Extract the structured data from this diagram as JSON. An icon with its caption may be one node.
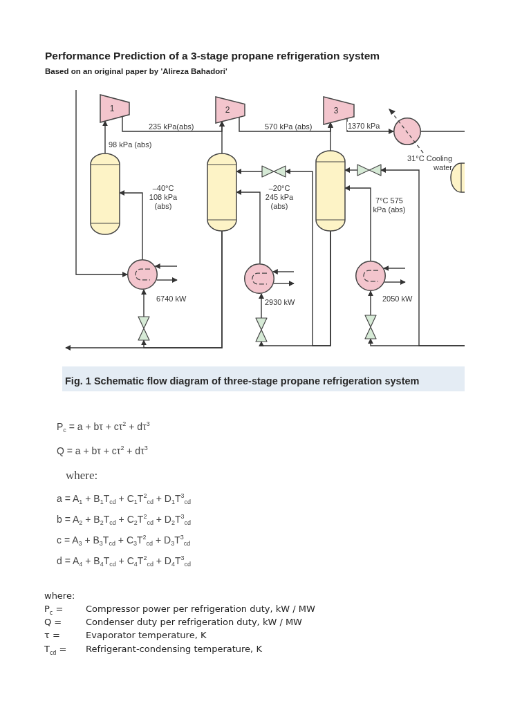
{
  "diagram": {
    "title": "Performance Prediction of a 3-stage propane refrigeration system",
    "caption": "Fig. 1 Schematic flow diagram of three-stage propane refrigeration system",
    "nodes": [
      {
        "text": [
          "1"
        ]
      },
      {
        "text": [
          "2"
        ]
      },
      {
        "text": [
          "3"
        ]
      },
      {
        "text": [],
        "shape": "cylinder"
      },
      {
        "text": [],
        "shape": "cylinder"
      },
      {
        "text": [],
        "shape": "cylinder"
      },
      {
        "text": [],
        "shape": "circle"
      },
      {
        "text": [],
        "shape": "cylinder"
      },
      {
        "text": [],
        "shape": "circle",
        "beside": [
          "6740 kW"
        ]
      },
      {
        "text": [],
        "shape": "circle",
        "beside": [
          "2930 kW"
        ]
      },
      {
        "text": [],
        "shape": "circle",
        "beside": [
          "2050 kW"
        ]
      },
      {
        "text": [],
        "shape": "valve"
      },
      {
        "text": [],
        "shape": "valve"
      },
      {
        "text": [],
        "shape": "valve"
      },
      {
        "text": [],
        "shape": "valve"
      },
      {
        "text": [],
        "shape": "valve"
      }
    ],
    "edges": [
      {
        "from": 3,
        "to": 0,
        "arrow": "to",
        "label": "98 kPa (abs)"
      },
      {
        "from": 0,
        "to": 1,
        "arrow": "to",
        "label": "235  kPa(abs)"
      },
      {
        "from": 4,
        "to": 1,
        "arrow": "to"
      },
      {
        "from": 1,
        "to": 2,
        "arrow": "to",
        "label": "570 kPa (abs)"
      },
      {
        "from": 5,
        "to": 2,
        "arrow": "to"
      },
      {
        "from": 2,
        "to": 6,
        "arrow": "to",
        "label": "1370 kPa"
      },
      {
        "from": 6,
        "to": null,
        "arrow": "none"
      },
      {
        "from": null,
        "to": 8,
        "arrow": "to"
      },
      {
        "from": 4,
        "to": 11,
        "arrow": "to"
      },
      {
        "from": 4,
        "to": null,
        "arrow": "to"
      },
      {
        "from": 11,
        "to": 8,
        "arrow": "to"
      },
      {
        "from": 8,
        "to": 3,
        "arrow": "to"
      },
      {
        "from": 8,
        "to": null,
        "arrow": "to"
      },
      {
        "from": null,
        "to": 8,
        "arrow": "to"
      },
      {
        "from": null,
        "to": 9,
        "arrow": "to"
      },
      {
        "from": 9,
        "to": null,
        "arrow": "to"
      },
      {
        "from": 5,
        "to": 12,
        "arrow": "to"
      },
      {
        "from": 5,
        "to": 14,
        "arrow": "to"
      },
      {
        "from": 14,
        "to": 4,
        "arrow": "to"
      },
      {
        "from": 12,
        "to": 9,
        "arrow": "to"
      },
      {
        "from": 9,
        "to": 4,
        "arrow": "to"
      },
      {
        "from": null,
        "to": 13,
        "arrow": "to"
      },
      {
        "from": null,
        "to": 15,
        "arrow": "to"
      },
      {
        "from": 15,
        "to": 5,
        "arrow": "to"
      },
      {
        "from": 13,
        "to": 10,
        "arrow": "to"
      },
      {
        "from": 10,
        "to": 5,
        "arrow": "to"
      },
      {
        "from": null,
        "to": 10,
        "arrow": "to"
      },
      {
        "from": 10,
        "to": null,
        "arrow": "to"
      }
    ],
    "labels": [
      "Based on an original paper by 'Alireza Bahadori'",
      "–40°C 108 kPa (abs)",
      "–20°C 245 kPa (abs)",
      "7°C 575 kPa (abs)",
      "31°C Cooling water",
      "P$_{c}$ = a + bτ + cτ$^{2}$ + dτ$^{3}$",
      "Q = a + bτ + cτ$^{2}$ + dτ$^{3}$",
      "where:",
      "a = A$_{1}$ + B$_{1}$T$_{cd}$ + C$_{1}$T$^{2}$$_{cd}$ + D$_{1}$T$^{3}$$_{cd}$",
      "b = A$_{2}$ + B$_{2}$T$_{cd}$ + C$_{2}$T$^{2}$$_{cd}$ + D$_{2}$T$^{3}$$_{cd}$",
      "c = A$_{3}$ + B$_{3}$T$_{cd}$ + C$_{3}$T$^{2}$$_{cd}$ + D$_{3}$T$^{3}$$_{cd}$",
      "d = A$_{4}$ + B$_{4}$T$_{cd}$ + C$_{4}$T$^{2}$$_{cd}$ + D$_{4}$T$^{3}$$_{cd}$",
      "where:",
      "P$_{c}$ =",
      "Compressor power per refrigeration duty, kW / MW",
      "Q =",
      "Condenser duty per refrigeration duty, kW / MW",
      "τ =",
      "Evaporator temperature, K",
      "T$_{cd}$ =",
      "Refrigerant-condensing temperature, K"
    ]
  }
}
